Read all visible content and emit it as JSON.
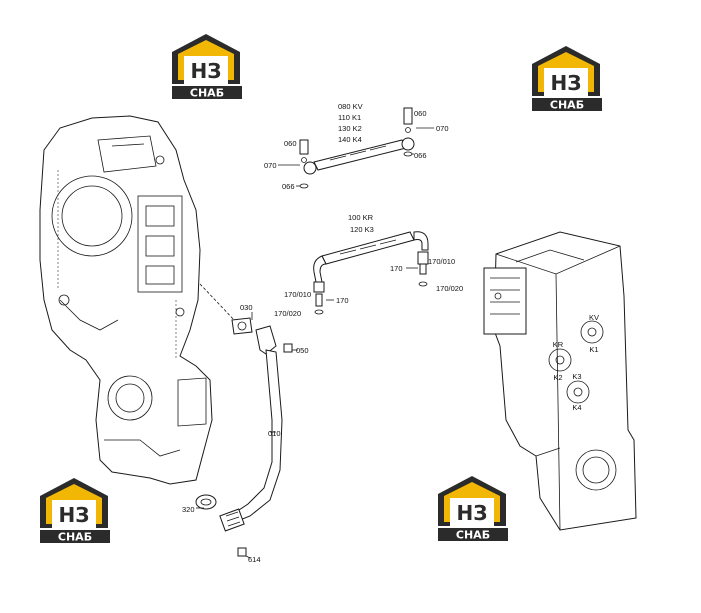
{
  "colors": {
    "logo_yellow": "#f2b705",
    "logo_dark": "#2b2b2b",
    "line": "#1a1a1a"
  },
  "logos": [
    {
      "mark": "НЗ",
      "caption": "СНАБ"
    },
    {
      "mark": "НЗ",
      "caption": "СНАБ"
    },
    {
      "mark": "НЗ",
      "caption": "СНАБ"
    },
    {
      "mark": "НЗ",
      "caption": "СНАБ"
    }
  ],
  "labels": {
    "l080": "080 KV",
    "l110": "110 K1",
    "l130": "130 K2",
    "l140": "140 K4",
    "l060a": "060",
    "l060b": "060",
    "l070a": "070",
    "l070b": "070",
    "l066a": "066",
    "l066b": "066",
    "l100": "100 KR",
    "l120": "120 K3",
    "l170a": "170",
    "l170b": "170",
    "l170_010a": "170/010",
    "l170_010b": "170/010",
    "l170_020a": "170/020",
    "l170_020b": "170/020",
    "l030": "030",
    "l050": "050",
    "l010": "010",
    "l320": "320",
    "l614": "614"
  },
  "port_marks": {
    "kv": "KV",
    "k1": "K1",
    "kr": "KR",
    "k2": "K2",
    "k3": "K3",
    "k4": "K4"
  }
}
